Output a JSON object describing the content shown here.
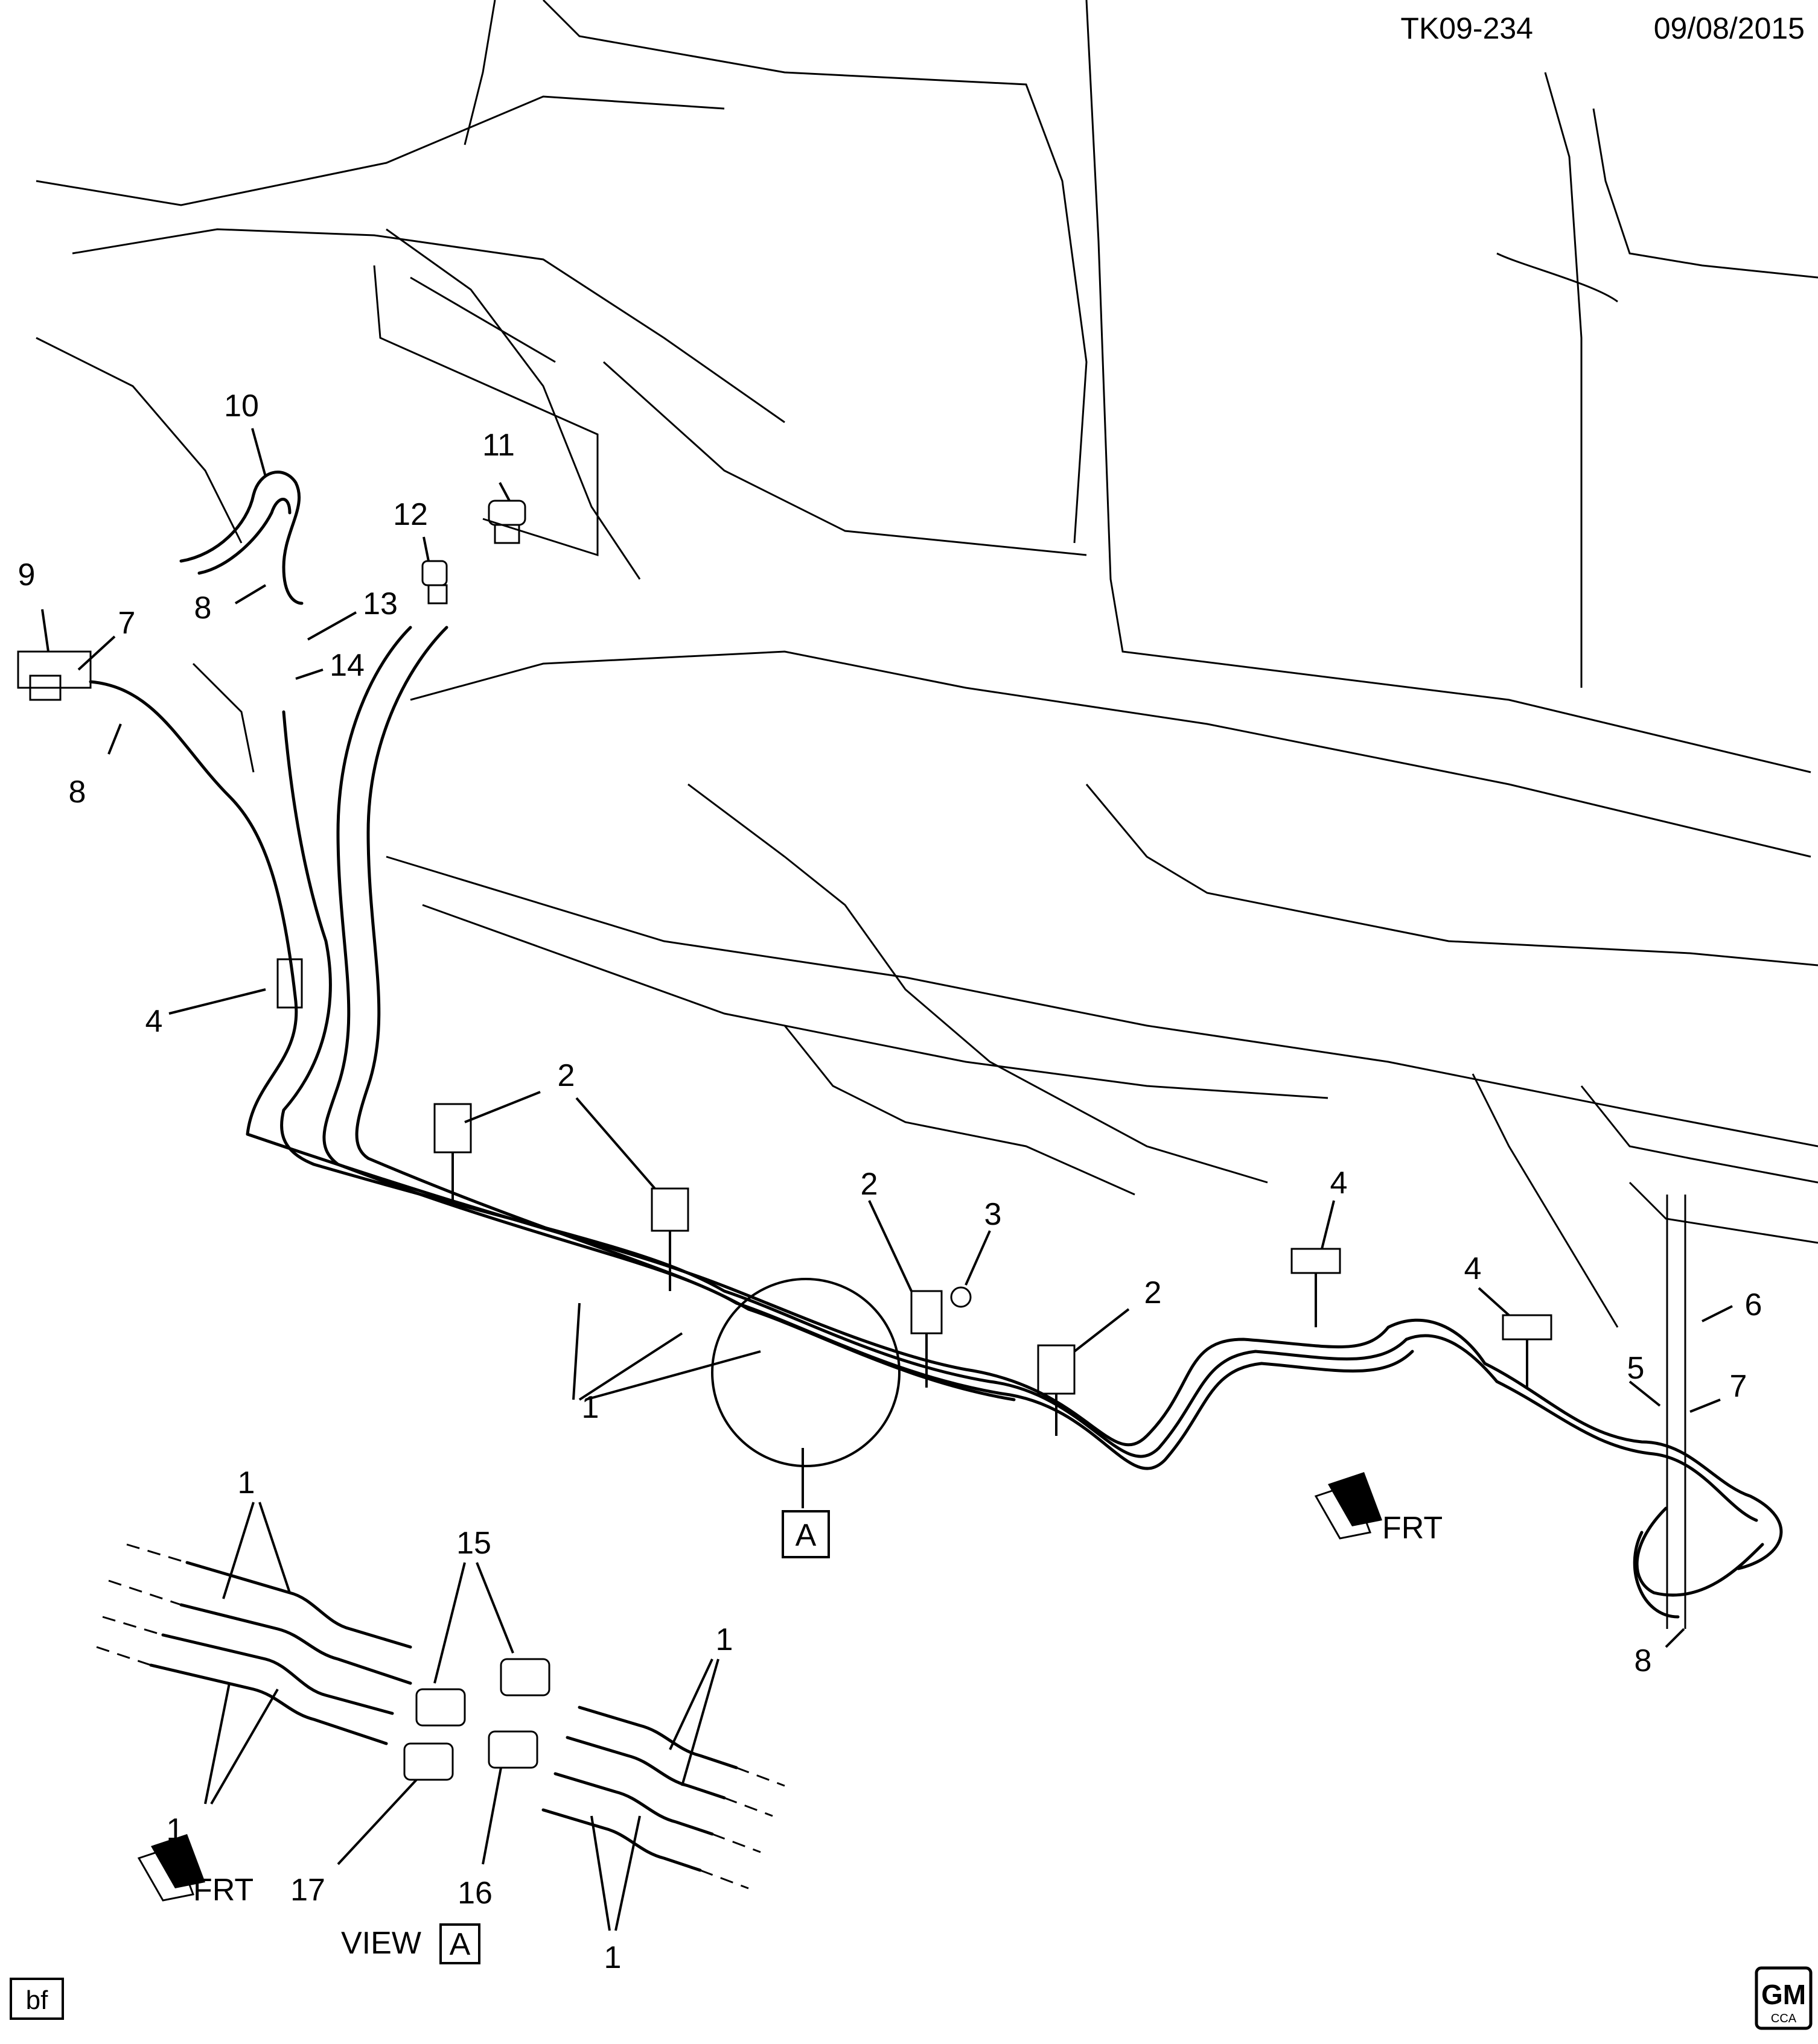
{
  "header": {
    "code": "TK09-234",
    "date": "09/08/2015"
  },
  "footer": {
    "author": "bf",
    "view_label": "VIEW",
    "view_letter": "A",
    "logo_text": "GM",
    "logo_sub": "CCA"
  },
  "detail": {
    "ref": "A"
  },
  "arrows": {
    "front": "FRT"
  },
  "callouts": [
    {
      "id": "c1",
      "text": "10"
    },
    {
      "id": "c2",
      "text": "11"
    },
    {
      "id": "c3",
      "text": "12"
    },
    {
      "id": "c4",
      "text": "9"
    },
    {
      "id": "c5",
      "text": "7"
    },
    {
      "id": "c6",
      "text": "8"
    },
    {
      "id": "c7",
      "text": "13"
    },
    {
      "id": "c8",
      "text": "14"
    },
    {
      "id": "c9",
      "text": "8"
    },
    {
      "id": "c10",
      "text": "4"
    },
    {
      "id": "c11",
      "text": "2"
    },
    {
      "id": "c12",
      "text": "1"
    },
    {
      "id": "c13",
      "text": "2"
    },
    {
      "id": "c14",
      "text": "3"
    },
    {
      "id": "c15",
      "text": "2"
    },
    {
      "id": "c16",
      "text": "4"
    },
    {
      "id": "c17",
      "text": "4"
    },
    {
      "id": "c18",
      "text": "6"
    },
    {
      "id": "c19",
      "text": "5"
    },
    {
      "id": "c20",
      "text": "7"
    },
    {
      "id": "c21",
      "text": "8"
    },
    {
      "id": "c22",
      "text": "1"
    },
    {
      "id": "c23",
      "text": "15"
    },
    {
      "id": "c24",
      "text": "1"
    },
    {
      "id": "c25",
      "text": "1"
    },
    {
      "id": "c26",
      "text": "17"
    },
    {
      "id": "c27",
      "text": "16"
    },
    {
      "id": "c28",
      "text": "1"
    }
  ]
}
